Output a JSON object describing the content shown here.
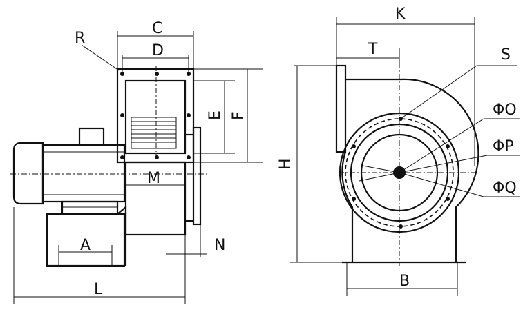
{
  "labels": {
    "C": "C",
    "D": "D",
    "R": "R",
    "E": "E",
    "F": "F",
    "M": "M",
    "A": "A",
    "L": "L",
    "N": "N",
    "K": "K",
    "T": "T",
    "S": "S",
    "H": "H",
    "O": "ΦO",
    "P": "ΦP",
    "Q": "ΦQ",
    "B": "B"
  }
}
